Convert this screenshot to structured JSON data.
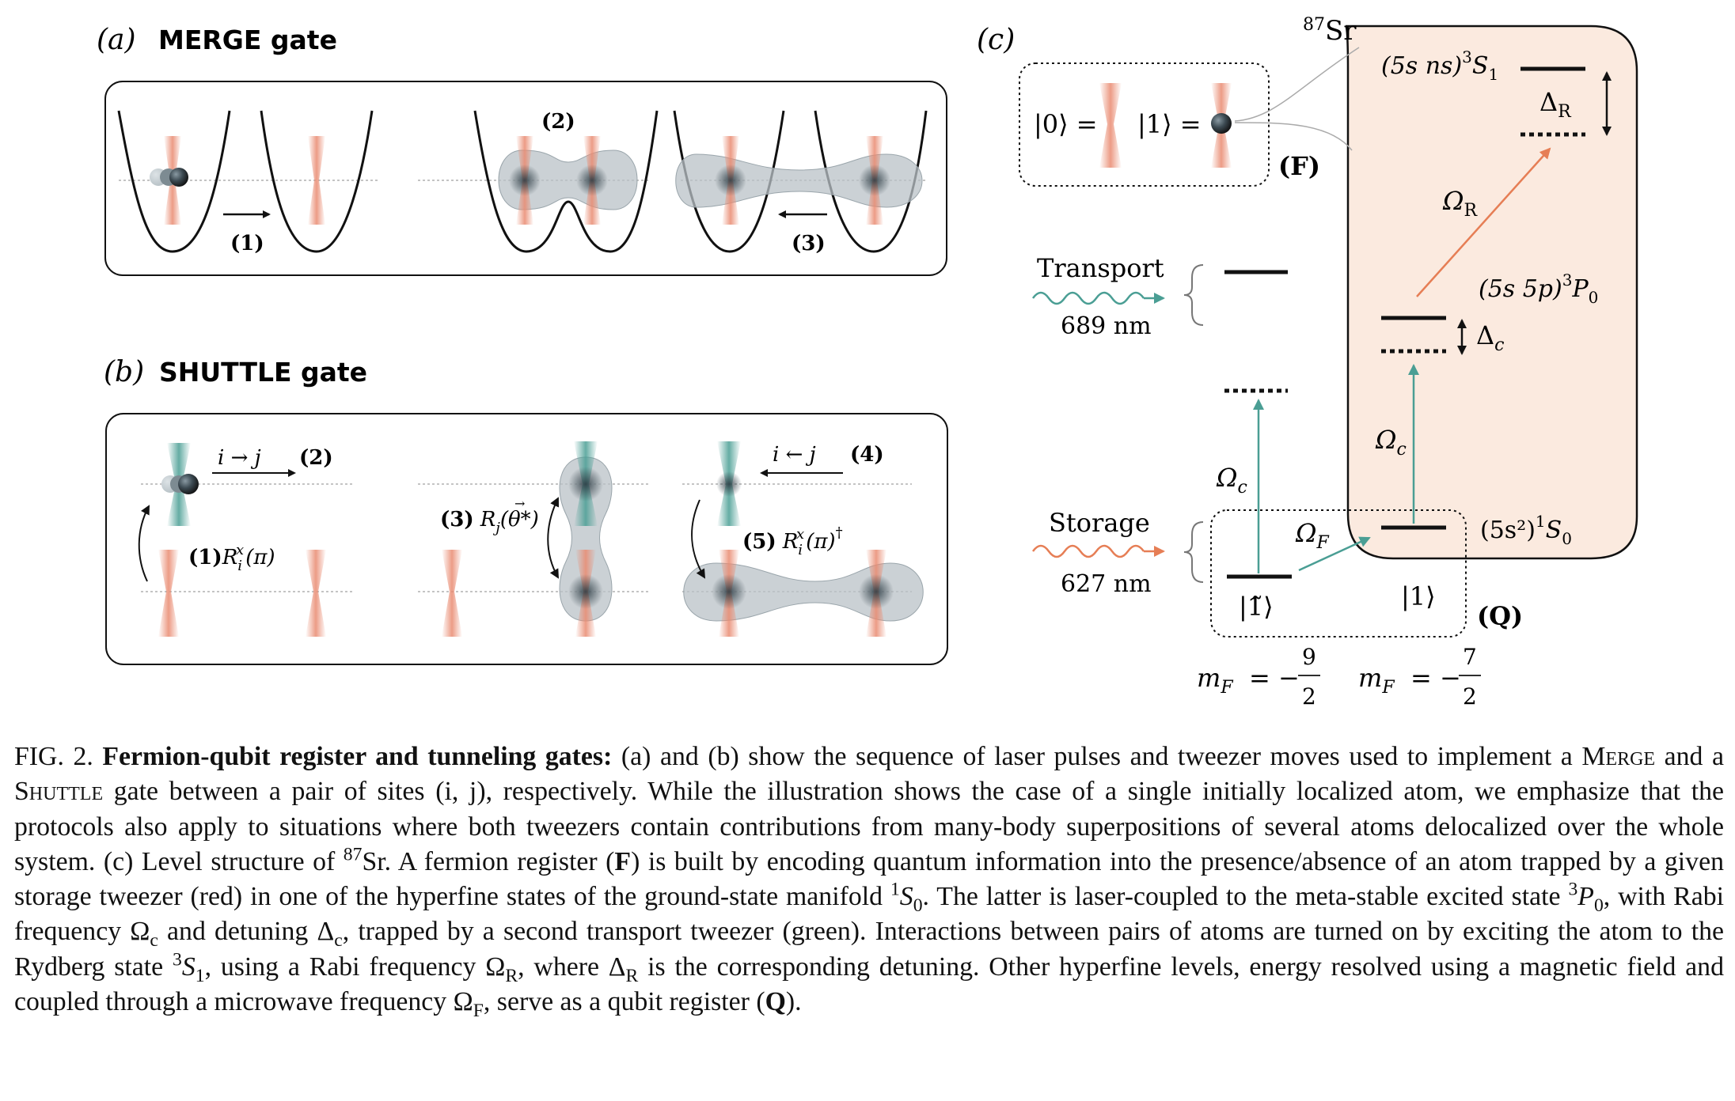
{
  "panel_a": {
    "letter": "(a)",
    "title": "MERGE gate",
    "steps": [
      "(1)",
      "(2)",
      "(3)"
    ]
  },
  "panel_b": {
    "letter": "(b)",
    "title": "SHUTTLE gate",
    "labels": {
      "move_right": "i → j",
      "step2": "(2)",
      "rot1_num": "(1)",
      "rot1_op": "R",
      "rot1_sub": "i",
      "rot1_sup": "x",
      "rot1_arg": "(π)",
      "rot3_num": "(3)",
      "rot3_op": "R",
      "rot3_sub": "j",
      "rot3_arg": "(θ*)",
      "rot3_vec": "→",
      "move_left": "i ← j",
      "step4": "(4)",
      "rot5_num": "(5)",
      "rot5_op": "R",
      "rot5_sub": "i",
      "rot5_sup": "x",
      "rot5_arg": "(π)",
      "rot5_dag": "†"
    }
  },
  "panel_c": {
    "letter": "(c)",
    "isotope_mass": "87",
    "isotope_symbol": "Sr",
    "ket0": "|0⟩ =",
    "ket1": "|1⟩ =",
    "register_F": "(F)",
    "register_Q": "(Q)",
    "transport_label": "Transport",
    "transport_wavelength": "689 nm",
    "storage_label": "Storage",
    "storage_wavelength": "627 nm",
    "rydberg_state": "(5s ns)",
    "rydberg_term": "S",
    "rydberg_sup": "3",
    "rydberg_sub": "1",
    "delta_R": "Δ",
    "delta_R_sub": "R",
    "omega_R": "Ω",
    "omega_R_sub": "R",
    "p_state": "(5s 5p)",
    "p_sup": "3",
    "p_term": "P",
    "p_sub": "0",
    "delta_c": "Δ",
    "delta_c_sub": "c",
    "omega_c": "Ω",
    "omega_c_sub": "c",
    "omega_F": "Ω",
    "omega_F_sub": "F",
    "ground_state": "(5s²)",
    "ground_sup": "1",
    "ground_term": "S",
    "ground_sub": "0",
    "ket1_tilde": "|1̃⟩",
    "ket1_plain": "|1⟩",
    "mF_label": "m",
    "mF_sub": "F",
    "mF_eq": "= −",
    "mF1_num": "9",
    "mF1_den": "2",
    "mF2_num": "7",
    "mF2_den": "2"
  },
  "caption": {
    "label": "FIG. 2.",
    "title": "Fermion-qubit register and tunneling gates:",
    "t1": " (a) and (b) show the sequence of laser pulses and tweezer moves used to implement a ",
    "merge": "Merge",
    "t2": " and a ",
    "shuttle": "Shuttle",
    "t3": " gate between a pair of sites (i, j), respectively. While the illustration shows the case of a single initially localized atom, we emphasize that the protocols also apply to situations where both tweezers contain contributions from many-body superpositions of several atoms delocalized over the whole system. (c) Level structure of ",
    "sr_mass": "87",
    "t4": "Sr. A fermion register (",
    "F": "F",
    "t5": ") is built by encoding quantum information into the presence/absence of an atom trapped by a given storage tweezer (red) in one of the hyperfine states of the ground-state manifold ",
    "s0_sup": "1",
    "s0": "S",
    "s0_sub": "0",
    "t6": ". The latter is laser-coupled to the meta-stable excited state ",
    "p0_sup": "3",
    "p0": "P",
    "p0_sub": "0",
    "t7": ", with Rabi frequency Ω",
    "oc_sub": "c",
    "t8": " and detuning Δ",
    "dc_sub": "c",
    "t9": ", trapped by a second transport tweezer (green). Interactions between pairs of atoms are turned on by exciting the atom to the Rydberg state ",
    "s1_sup": "3",
    "s1": "S",
    "s1_sub": "1",
    "t10": ", using a Rabi frequency Ω",
    "or_sub": "R",
    "t11": ", where Δ",
    "dr_sub": "R",
    "t12": " is the corresponding detuning. Other hyperfine levels, energy resolved using a magnetic field and coupled through a microwave frequency Ω",
    "of_sub": "F",
    "t13": ", serve as a qubit register (",
    "Q": "Q",
    "t14": ")."
  },
  "colors": {
    "storage_red": "#e98a70",
    "transport_green": "#4a9e94",
    "rydberg_box_fill": "#fbeadf",
    "cloud_fill": "#b9c2c7",
    "arrow_orange": "#e67e55",
    "arrow_teal": "#4a9e94"
  }
}
